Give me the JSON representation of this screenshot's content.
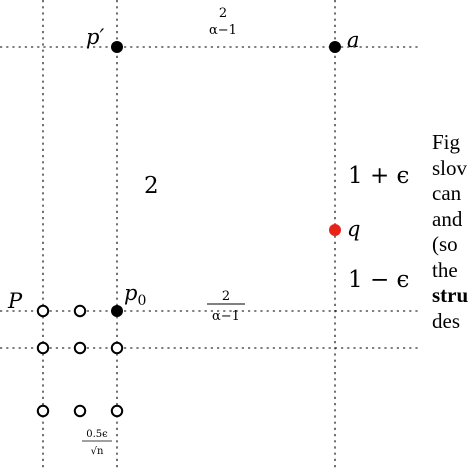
{
  "figure": {
    "labels": {
      "p_prime": "p′",
      "a": "a",
      "q": "q",
      "p0_base": "p",
      "p0_sub": "0",
      "P": "P"
    },
    "top_fraction": {
      "num": "2",
      "den": "α−1"
    },
    "mid_fraction": {
      "num": "2",
      "den": "α−1"
    },
    "grid_fraction": {
      "num": "0.5ϵ",
      "den": "√n"
    },
    "segment_upper": "1 + ϵ",
    "segment_lower": "1 − ϵ",
    "height_label": "2",
    "colors": {
      "q_point": "#e8231a",
      "points": "#000000",
      "grid_lines": "#000000"
    }
  },
  "caption_fragments": [
    "Fig",
    "slov",
    "can",
    "and",
    "(so",
    "the",
    "stru",
    "des"
  ]
}
